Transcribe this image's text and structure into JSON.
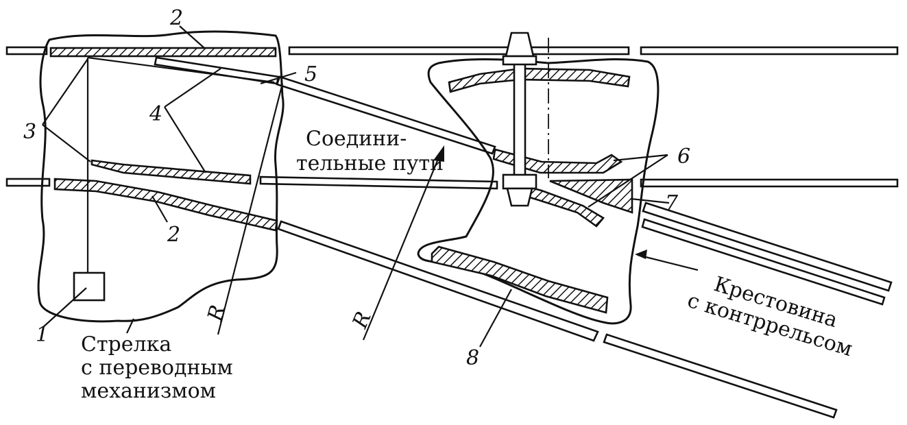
{
  "colors": {
    "ink": "#111111",
    "paper": "#ffffff"
  },
  "labels": {
    "n1": "1",
    "n2_top": "2",
    "n2_bottom": "2",
    "n3": "3",
    "n4": "4",
    "n5": "5",
    "n6": "6",
    "n7": "7",
    "n8": "8",
    "r_left": "R",
    "r_mid": "R",
    "connecting_1": "Соедини-",
    "connecting_2": "тельные пути",
    "switch_1": "Стрелка",
    "switch_2": "с переводным",
    "switch_3": "механизмом",
    "crossing_1": "Крестовина",
    "crossing_2": "с контррельсом"
  }
}
